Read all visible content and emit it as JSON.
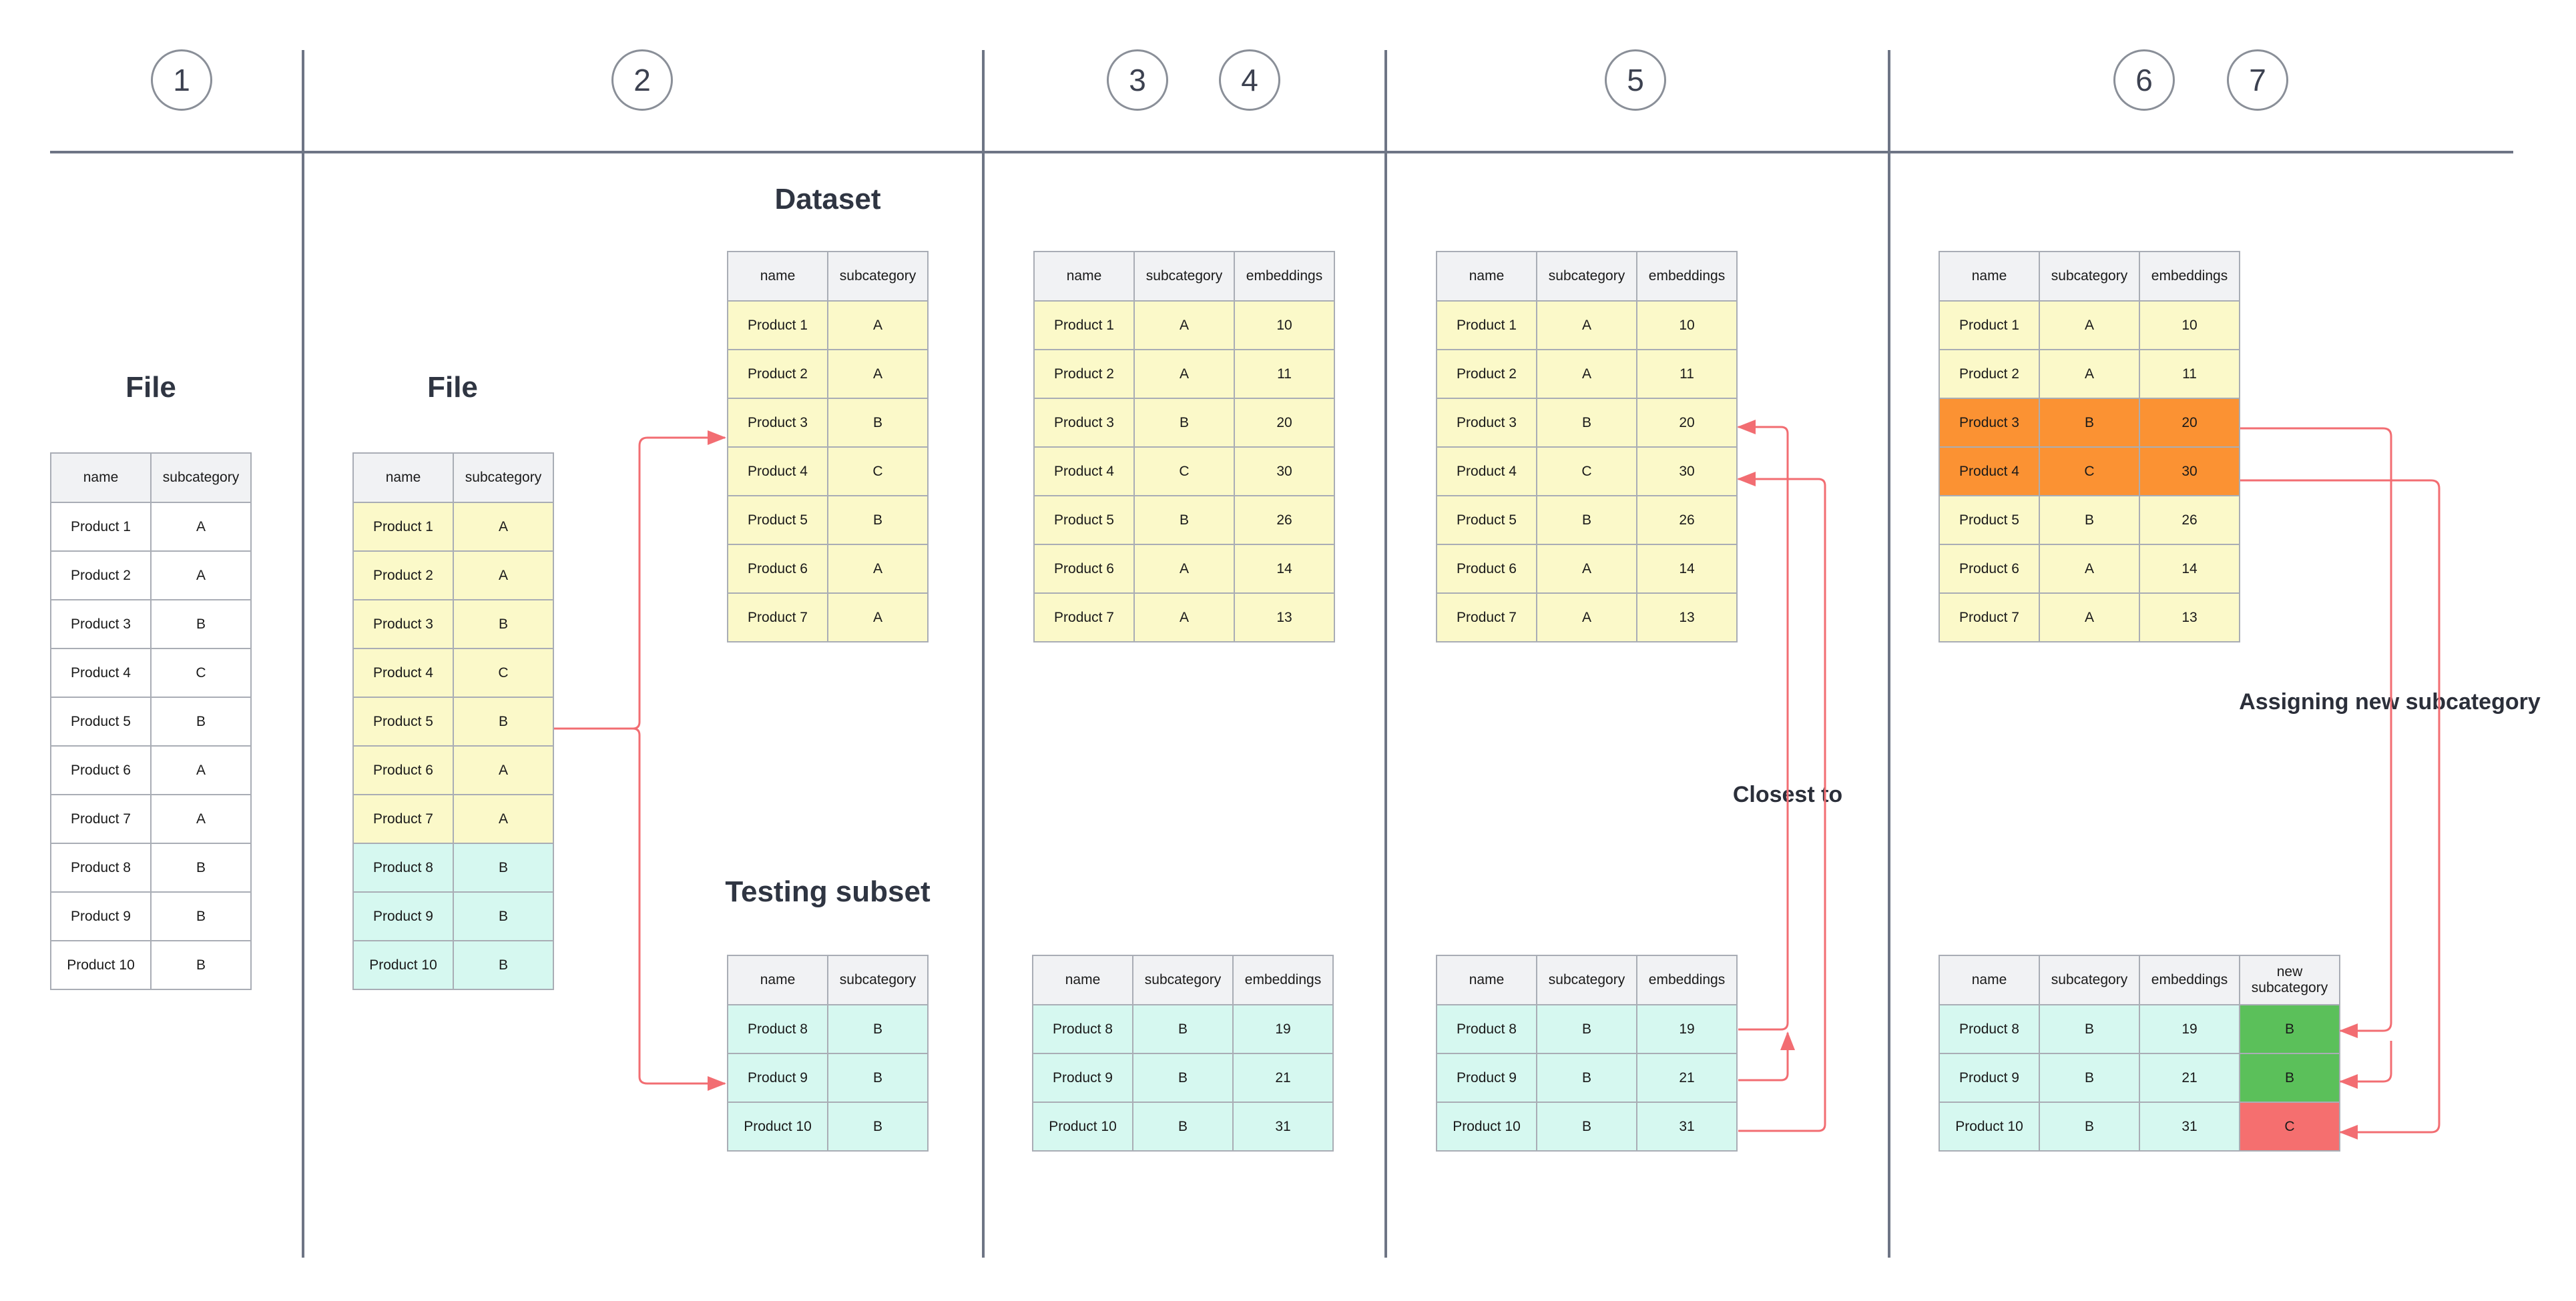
{
  "colors": {
    "row_white": "#ffffff",
    "row_yellow": "#fbf9c9",
    "row_teal": "#d6f8f0",
    "row_orange": "#fb9233",
    "row_green": "#5bc05a",
    "row_red": "#f56f6f",
    "arrow": "#f26d72",
    "divider": "#6e7585"
  },
  "steps": [
    "1",
    "2",
    "3",
    "4",
    "5",
    "6",
    "7"
  ],
  "headings": {
    "file_1": "File",
    "file_2": "File",
    "dataset": "Dataset",
    "testing_subset": "Testing subset"
  },
  "annotations": {
    "closest_to": "Closest to",
    "assigning": "Assigning new subcategory"
  },
  "columns": {
    "name": "name",
    "subcategory": "subcategory",
    "embeddings": "embeddings",
    "new_subcategory": "new subcategory"
  },
  "file_rows": [
    {
      "name": "Product 1",
      "subcategory": "A"
    },
    {
      "name": "Product 2",
      "subcategory": "A"
    },
    {
      "name": "Product 3",
      "subcategory": "B"
    },
    {
      "name": "Product 4",
      "subcategory": "C"
    },
    {
      "name": "Product 5",
      "subcategory": "B"
    },
    {
      "name": "Product 6",
      "subcategory": "A"
    },
    {
      "name": "Product 7",
      "subcategory": "A"
    },
    {
      "name": "Product 8",
      "subcategory": "B"
    },
    {
      "name": "Product 9",
      "subcategory": "B"
    },
    {
      "name": "Product 10",
      "subcategory": "B"
    }
  ],
  "dataset_rows": [
    {
      "name": "Product 1",
      "subcategory": "A",
      "embeddings": "10"
    },
    {
      "name": "Product 2",
      "subcategory": "A",
      "embeddings": "11"
    },
    {
      "name": "Product 3",
      "subcategory": "B",
      "embeddings": "20"
    },
    {
      "name": "Product 4",
      "subcategory": "C",
      "embeddings": "30"
    },
    {
      "name": "Product 5",
      "subcategory": "B",
      "embeddings": "26"
    },
    {
      "name": "Product 6",
      "subcategory": "A",
      "embeddings": "14"
    },
    {
      "name": "Product 7",
      "subcategory": "A",
      "embeddings": "13"
    }
  ],
  "testing_rows": [
    {
      "name": "Product 8",
      "subcategory": "B",
      "embeddings": "19",
      "new_subcategory": "B"
    },
    {
      "name": "Product 9",
      "subcategory": "B",
      "embeddings": "21",
      "new_subcategory": "B"
    },
    {
      "name": "Product 10",
      "subcategory": "B",
      "embeddings": "31",
      "new_subcategory": "C"
    }
  ]
}
